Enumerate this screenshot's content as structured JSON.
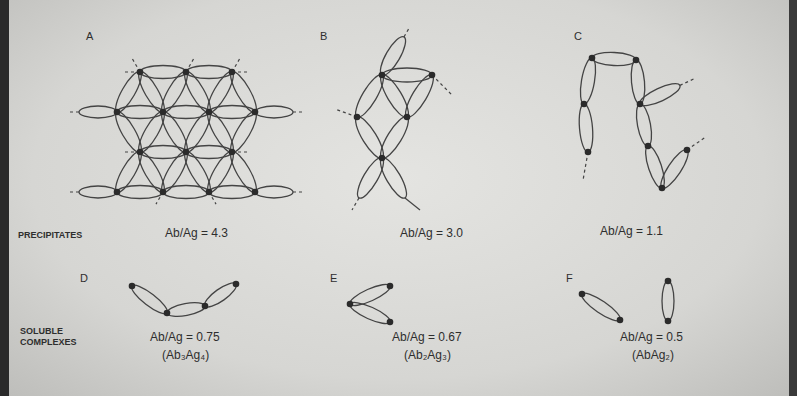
{
  "diagram": {
    "labels": [
      "A",
      "B",
      "C",
      "PRECIPITATES",
      "Ab/Ag = 4.3",
      "Ab/Ag = 3.0",
      "Ab/Ag = 1.1",
      "D",
      "E",
      "F",
      "SOLUBLE COMPLEXES",
      "Ab/Ag = 0.75",
      "(Ab₃Ag₄)",
      "Ab/Ag = 0.67",
      "(Ab₂Ag₃)",
      "Ab/Ag = 0.5",
      "(AbAg₂)"
    ]
  }
}
